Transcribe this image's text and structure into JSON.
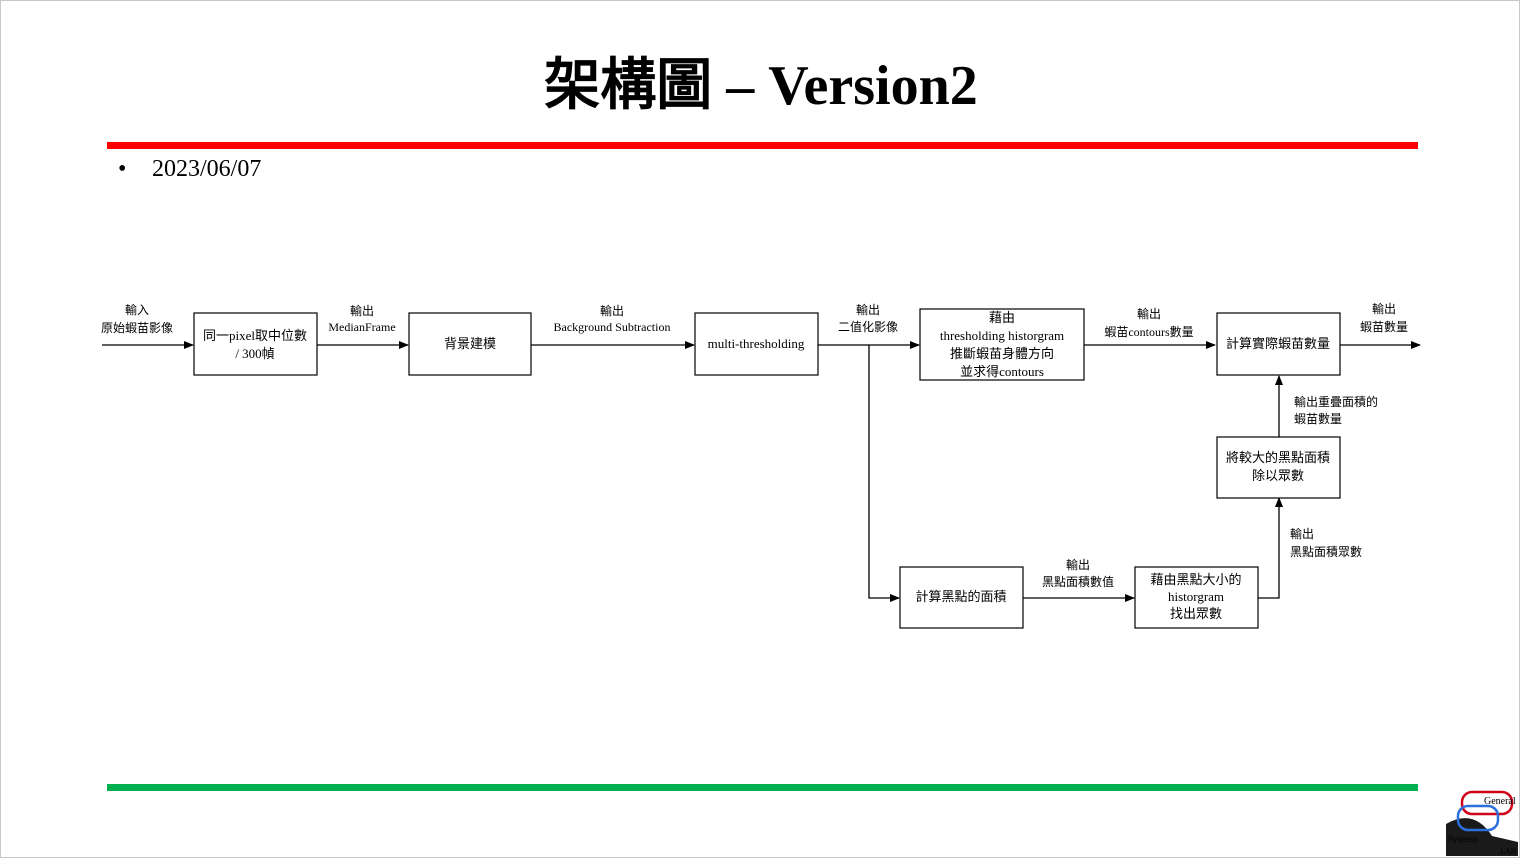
{
  "title": "架構圖 – Version2",
  "bullet": "2023/06/07",
  "diagram": {
    "boxes": {
      "median": [
        "同一pixel取中位數",
        "/ 300幀"
      ],
      "background": [
        "背景建模"
      ],
      "multi": [
        "multi-thresholding"
      ],
      "histogram": [
        "藉由",
        "thresholding historgram",
        "推斷蝦苗身體方向",
        "並求得contours"
      ],
      "count": [
        "計算實際蝦苗數量"
      ],
      "area": [
        "計算黑點的面積"
      ],
      "mode": [
        "藉由黑點大小的",
        "historgram",
        "找出眾數"
      ],
      "divide": [
        "將較大的黑點面積",
        "除以眾數"
      ]
    },
    "labels": {
      "input": [
        "輸入",
        "原始蝦苗影像"
      ],
      "out_median": [
        "輸出",
        "MedianFrame"
      ],
      "out_bg": [
        "輸出",
        "Background Subtraction"
      ],
      "out_binary": [
        "輸出",
        "二值化影像"
      ],
      "out_contours": [
        "輸出",
        "蝦苗contours數量"
      ],
      "out_final": [
        "輸出",
        "蝦苗數量"
      ],
      "out_area": [
        "輸出",
        "黑點面積數值"
      ],
      "out_mode": [
        "輸出",
        "黑點面積眾數"
      ],
      "out_overlap": [
        "輸出重疊面積的",
        "蝦苗數量"
      ]
    }
  },
  "logo": {
    "words": [
      "General",
      "Systems",
      "LAB"
    ],
    "colors": {
      "bg": "#1a1a1a",
      "ring_red": "#d0021b",
      "ring_blue": "#2a6fdb"
    }
  }
}
